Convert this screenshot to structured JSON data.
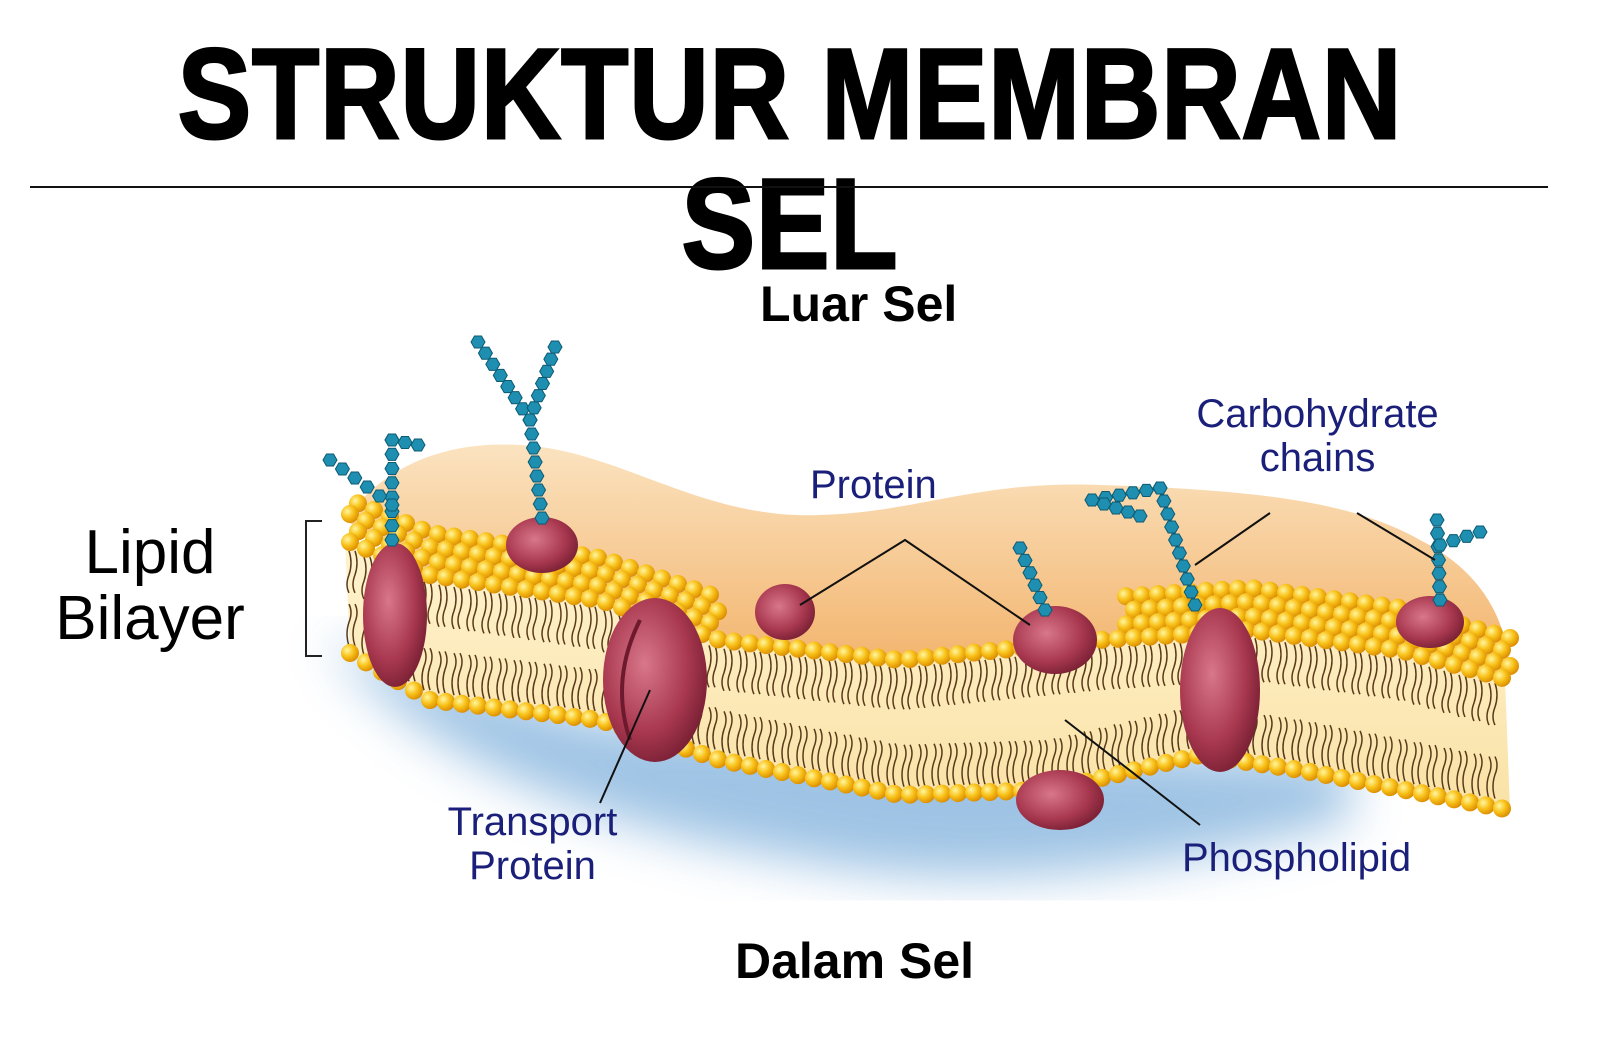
{
  "title": "STRUKTUR MEMBRAN SEL",
  "labels": {
    "outside": "Luar Sel",
    "inside": "Dalam Sel",
    "lipid_bilayer_1": "Lipid",
    "lipid_bilayer_2": "Bilayer",
    "protein": "Protein",
    "carbohydrate_1": "Carbohydrate",
    "carbohydrate_2": "chains",
    "transport_1": "Transport",
    "transport_2": "Protein",
    "phospholipid": "Phospholipid"
  },
  "colors": {
    "label_text": "#1a1f7a",
    "phospholipid_head": "#f7b712",
    "protein": "#a8384f",
    "carbohydrate": "#1e8fb0",
    "membrane_surface": "#f6c07a",
    "shadow": "#7fb0dc"
  }
}
